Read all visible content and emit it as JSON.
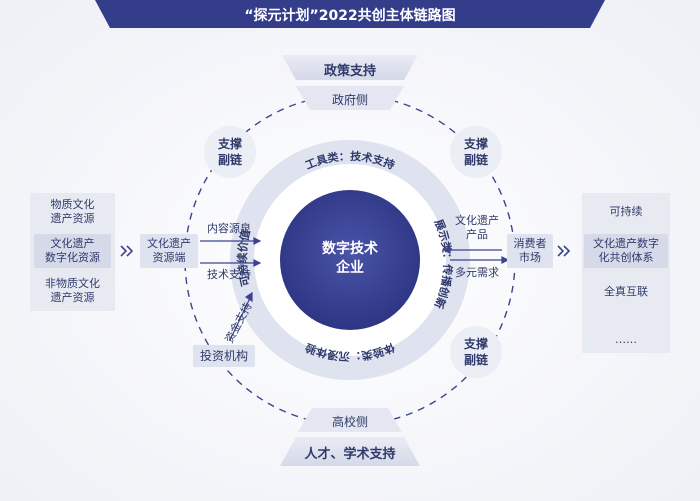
{
  "title": "“探元计划”2022共创主体链路图",
  "top": {
    "policy": "政策支持",
    "gov": "政府侧"
  },
  "bottom": {
    "univ": "高校侧",
    "talent": "人才、学术支持"
  },
  "core": {
    "line1": "数字技术",
    "line2": "企业"
  },
  "ring": {
    "top": "工具类：技术支持",
    "right": "展示类：传播创新",
    "bottom": "体验类：沉浸体验",
    "left": "可持续价值"
  },
  "support": {
    "line1": "支撑",
    "line2": "副链"
  },
  "left_resources": [
    {
      "l1": "物质文化",
      "l2": "遗产资源"
    },
    {
      "l1": "文化遗产",
      "l2": "数字化资源"
    },
    {
      "l1": "非物质文化",
      "l2": "遗产资源"
    }
  ],
  "resource_end": {
    "l1": "文化遗产",
    "l2": "资源端"
  },
  "left_labels": {
    "content": "内容源泉",
    "tech": "技术支持",
    "capital": "资金支持"
  },
  "investor": "投资机构",
  "right_labels": {
    "product_l1": "文化遗产",
    "product_l2": "产品",
    "demand": "多元需求"
  },
  "consumer": {
    "l1": "消费者",
    "l2": "市场"
  },
  "outcomes": [
    {
      "l1": "可持续",
      "l2": ""
    },
    {
      "l1": "文化遗产数字",
      "l2": "化共创体系"
    },
    {
      "l1": "全真互联",
      "l2": ""
    },
    {
      "l1": "……",
      "l2": ""
    }
  ],
  "colors": {
    "navy": "#343d8a",
    "ring": "#dfe2ef",
    "box": "#dfe3ef",
    "text": "#2f3a6b"
  }
}
